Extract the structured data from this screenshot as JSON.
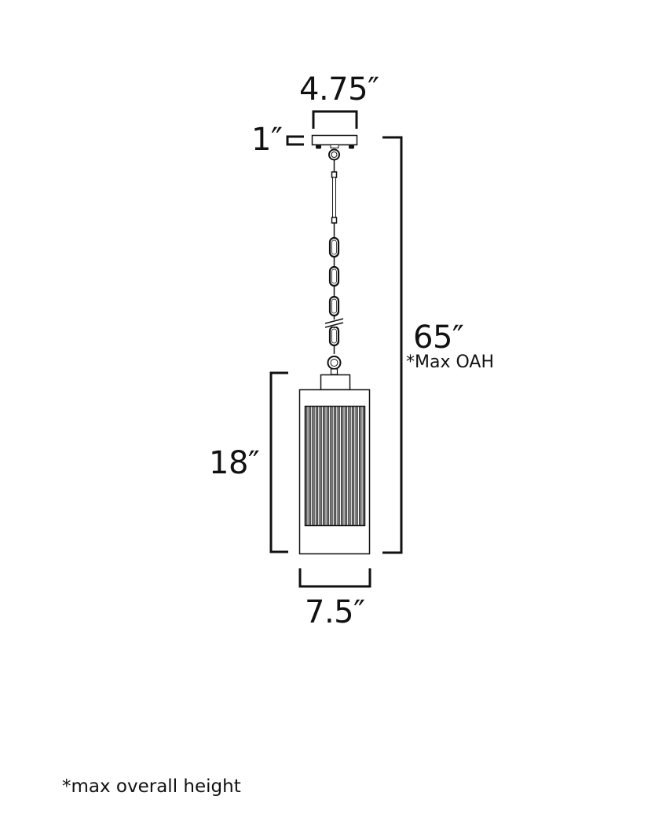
{
  "diagram": {
    "type": "product dimension drawing",
    "subject": "outdoor pendant lantern on chain",
    "dimensions": {
      "canopy_width": "4.75″",
      "canopy_height": "1″",
      "overall_height": "65″",
      "overall_height_note": "*Max OAH",
      "fixture_height": "18″",
      "fixture_width": "7.5″"
    },
    "footnote": "*max overall height",
    "colors": {
      "line": "#111111",
      "rib_fill": "#8a8a8a",
      "background": "#ffffff"
    }
  }
}
